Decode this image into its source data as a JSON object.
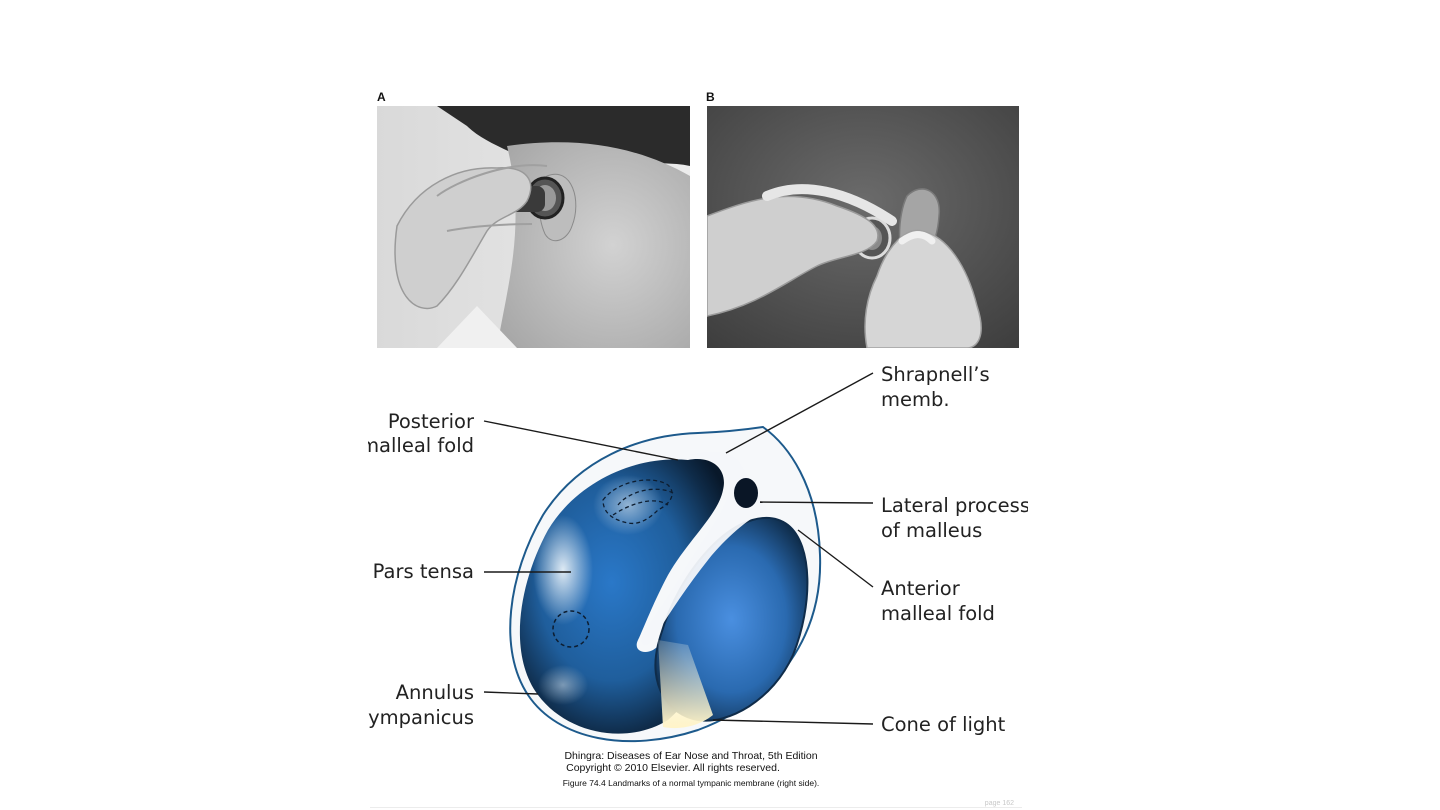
{
  "figure": {
    "panel_a_label": "A",
    "panel_b_label": "B",
    "labels": {
      "posterior_line1": "Posterior",
      "posterior_line2": "malleal fold",
      "pars_tensa": "Pars tensa",
      "annulus_line1": "Annulus",
      "annulus_line2": "tympanicus",
      "shrapnell_line1": "Shrapnell’s",
      "shrapnell_line2": "memb.",
      "lateral_line1": "Lateral process",
      "lateral_line2": "of malleus",
      "anterior_line1": "Anterior",
      "anterior_line2": "malleal fold",
      "cone": "Cone of light"
    },
    "credit_line1": "Dhingra: Diseases of Ear Nose and Throat, 5th Edition",
    "credit_line2": "Copyright © 2010 Elsevier. All rights reserved.",
    "caption": "Figure 74.4 Landmarks of a normal tympanic membrane (right side).",
    "page_number": "page 162"
  }
}
